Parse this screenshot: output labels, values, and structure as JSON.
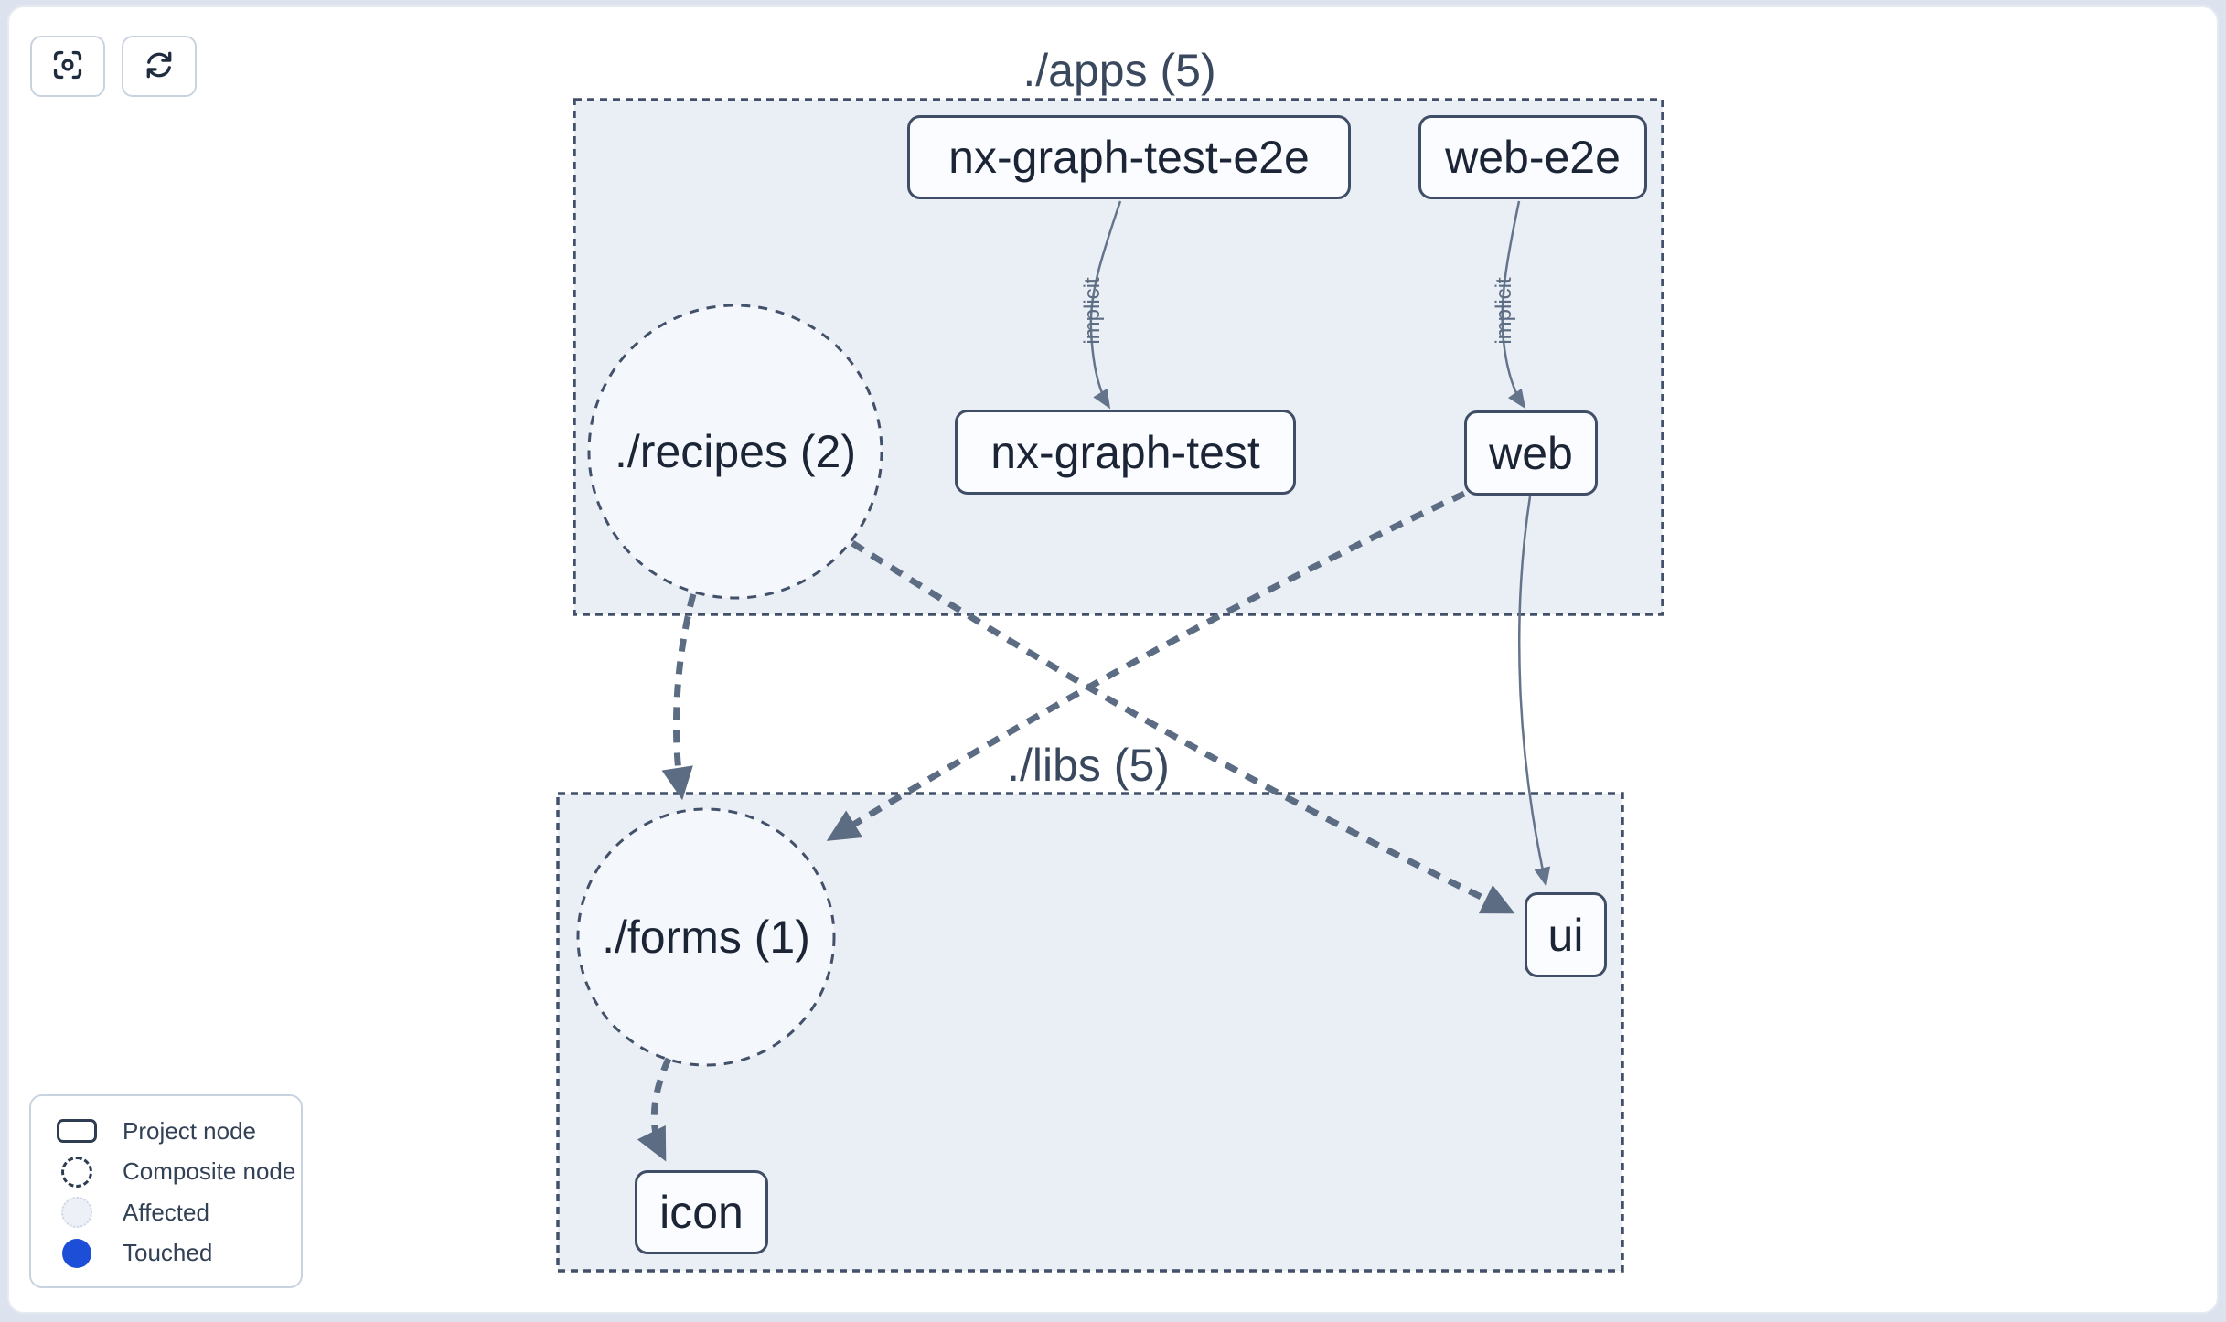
{
  "toolbar": {
    "buttons": [
      {
        "icon": "focus-icon"
      },
      {
        "icon": "refresh-icon"
      }
    ]
  },
  "groups": [
    {
      "id": "apps",
      "label": "./apps (5)"
    },
    {
      "id": "libs",
      "label": "./libs (5)"
    }
  ],
  "composite_nodes": [
    {
      "id": "recipes",
      "label": "./recipes (2)"
    },
    {
      "id": "forms",
      "label": "./forms (1)"
    }
  ],
  "project_nodes": [
    {
      "id": "nx-graph-test-e2e",
      "label": "nx-graph-test-e2e"
    },
    {
      "id": "web-e2e",
      "label": "web-e2e"
    },
    {
      "id": "nx-graph-test",
      "label": "nx-graph-test"
    },
    {
      "id": "web",
      "label": "web"
    },
    {
      "id": "ui",
      "label": "ui"
    },
    {
      "id": "icon",
      "label": "icon"
    }
  ],
  "edges": [
    {
      "from": "nx-graph-test-e2e",
      "to": "nx-graph-test",
      "type": "implicit",
      "label": "implicit"
    },
    {
      "from": "web-e2e",
      "to": "web",
      "type": "implicit",
      "label": "implicit"
    },
    {
      "from": "web",
      "to": "ui",
      "type": "static",
      "label": ""
    },
    {
      "from": "recipes",
      "to": "forms",
      "type": "composite",
      "label": ""
    },
    {
      "from": "recipes",
      "to": "ui",
      "type": "composite",
      "label": ""
    },
    {
      "from": "web",
      "to": "forms",
      "type": "composite",
      "label": ""
    },
    {
      "from": "forms",
      "to": "icon",
      "type": "composite",
      "label": ""
    }
  ],
  "legend": {
    "items": [
      {
        "icon": "project-node-icon",
        "label": "Project node"
      },
      {
        "icon": "composite-node-icon",
        "label": "Composite node"
      },
      {
        "icon": "affected-icon",
        "label": "Affected"
      },
      {
        "icon": "touched-icon",
        "label": "Touched"
      }
    ]
  },
  "colors": {
    "touched_blue": "#1d4ed8",
    "container_fill": "#eaeef5",
    "composite_fill": "#f4f7fb",
    "node_border": "#3f4e66",
    "edge_thick": "#5c6c83",
    "edge_thin": "#64748b",
    "dash_border": "#42506a",
    "text_dark": "#1b2535"
  }
}
